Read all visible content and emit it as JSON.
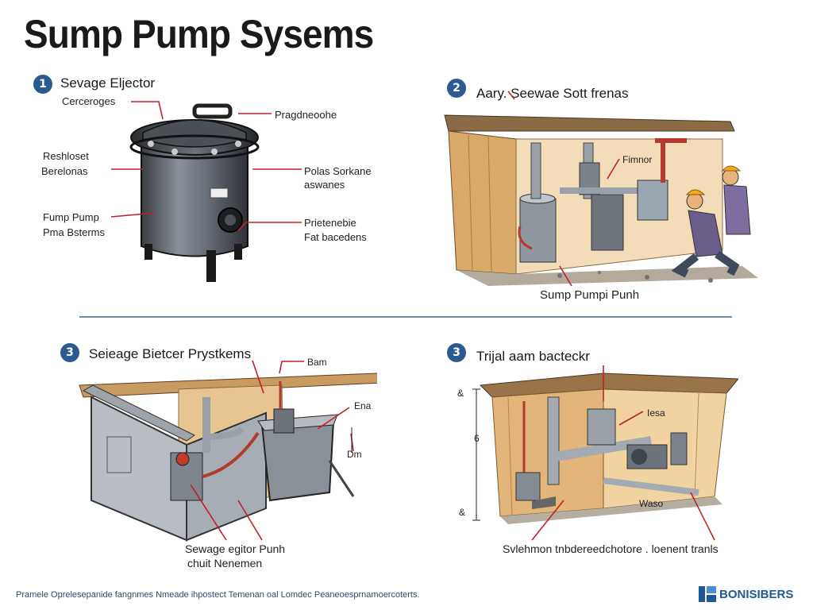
{
  "title": "Sump Pump Sysems",
  "panels": [
    {
      "num": "1",
      "title": "Sevage Eljector",
      "labels": [
        "Cerceroges",
        "Pragdneoohe",
        "Reshloset",
        "Berelonas",
        "Polas Sorkane",
        "aswanes",
        "Fump Pump",
        "Pma Bsterms",
        "Prietenebie",
        "Fat bacedens"
      ]
    },
    {
      "num": "2",
      "title": "Aary.  Seewae Sott frenas",
      "labels": [
        "Fimnor",
        "Sump Pumpi Punh"
      ]
    },
    {
      "num": "3",
      "title": "Seieage Bietcer Prystkems",
      "labels": [
        "Bam",
        "Ena",
        "Dm",
        "Sewage egitor Punh",
        "chuit Nenemen"
      ]
    },
    {
      "num": "3",
      "title": "Trijal aam bacteckr",
      "labels": [
        "Iesa",
        "Waso",
        "&",
        "6",
        "&",
        "Svlehmon tnbdereedchotore . loenent tranls"
      ]
    }
  ],
  "footer": "Pramele Oprelesepanide fangnmes Nmeade ihpostect Temenan oal Lomdec Peaneoesprnamoercoterts.",
  "brand": "BONISIBERS"
}
